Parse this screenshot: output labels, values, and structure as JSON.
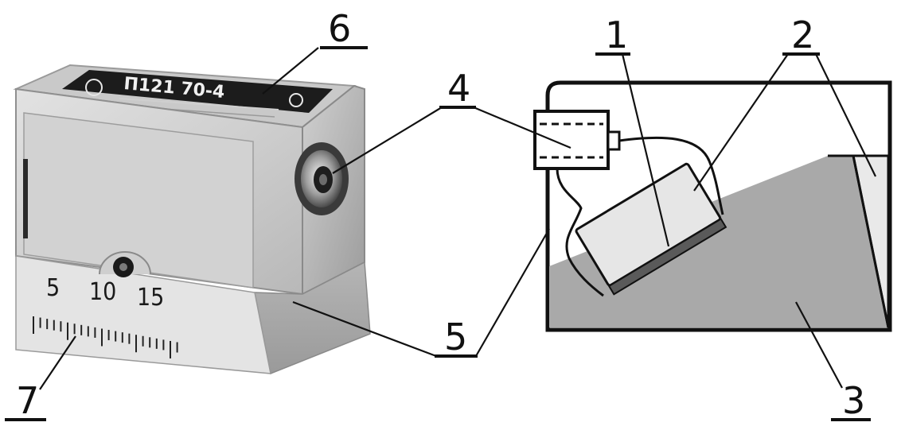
{
  "callouts": {
    "c1": "1",
    "c2": "2",
    "c3": "3",
    "c4": "4",
    "c5": "5",
    "c6": "6",
    "c7": "7"
  },
  "probe": {
    "plate_model": "П121 70-4",
    "scale_labels": [
      "5",
      "10",
      "15"
    ]
  },
  "colors": {
    "ink": "#111111",
    "metal_light": "#d9d9d9",
    "metal_mid": "#bdbdbd",
    "metal_dark": "#8f8f8f",
    "wedge_fill": "#a9a9a9",
    "plate_black": "#1c1c1c"
  }
}
